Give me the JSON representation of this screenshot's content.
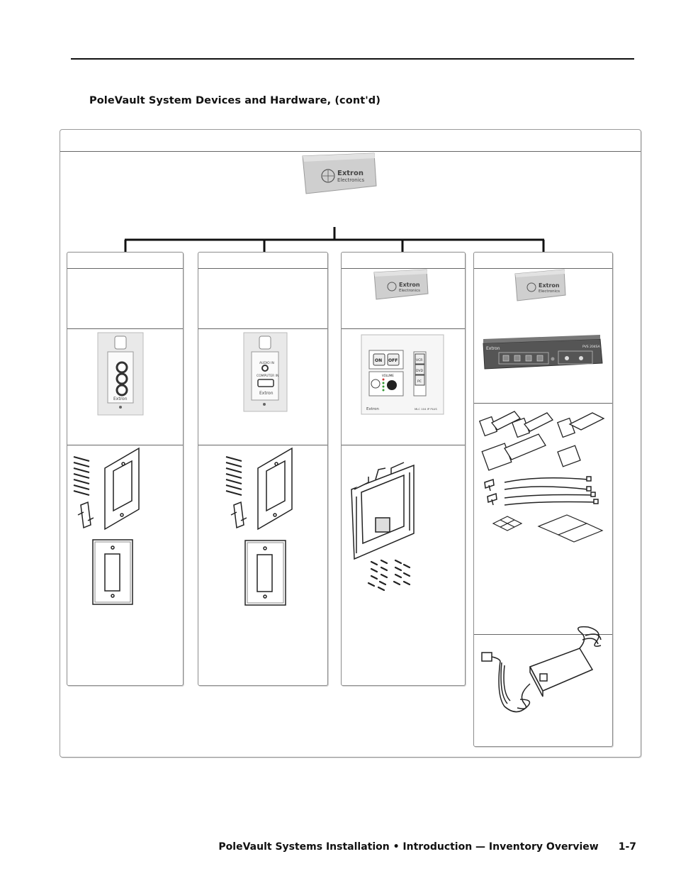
{
  "section_title": "PoleVault System Devices and Hardware, (cont'd)",
  "footer": {
    "text": "PoleVault Systems Installation • Introduction — Inventory Overview",
    "page": "1-7"
  },
  "box_logo": {
    "line1": "Extron",
    "line2": "Electronics"
  },
  "av_plate": {
    "brand": "Extron",
    "label1": "AUDIO IN",
    "label2": "COMPUTER IN"
  },
  "mlc": {
    "btn_on": "ON",
    "btn_off": "OFF",
    "btn_vcr": "VCR",
    "btn_dvd": "DVD",
    "btn_pc": "PC",
    "volume_label": "VOLUME",
    "brand": "Extron",
    "model": "MLC 104 IP PLUS"
  },
  "switcher": {
    "brand": "Extron",
    "model": "PVS 204SA"
  }
}
